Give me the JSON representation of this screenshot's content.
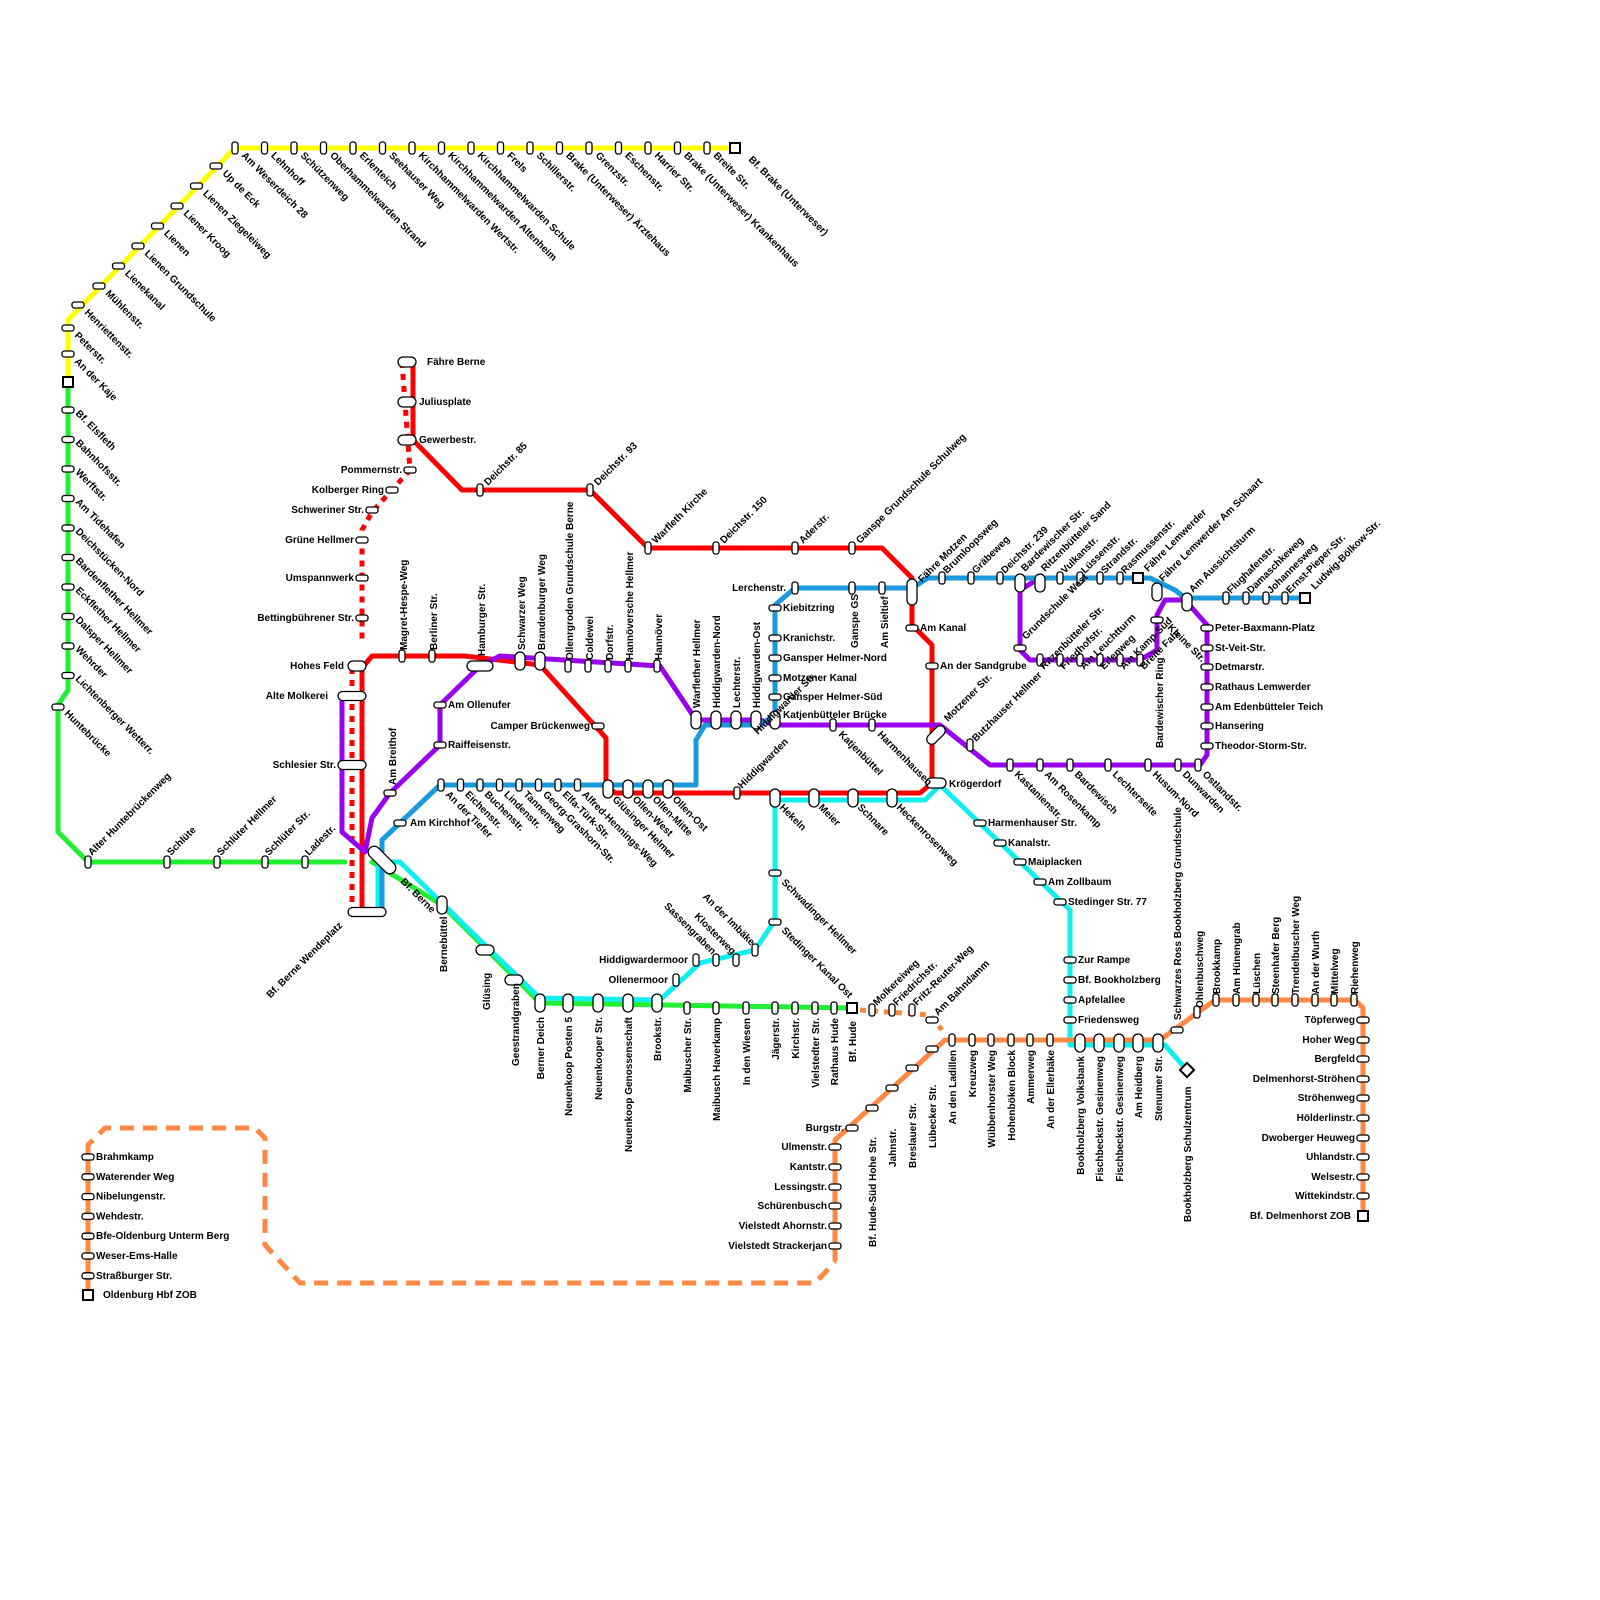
{
  "colors": {
    "yellow": "#ffff00",
    "green": "#22ee33",
    "red": "#ff0000",
    "purple": "#9900ee",
    "blue": "#1a99dd",
    "cyan": "#11eeee",
    "orange": "#ff8844"
  },
  "legend": {
    "stations": [
      "Brahmkamp",
      "Waterender Weg",
      "Nibelungenstr.",
      "Wehdestr.",
      "Bfe-Oldenburg Unterm Berg",
      "Weser-Ems-Halle",
      "Straßburger Str."
    ],
    "terminus": "Oldenburg Hbf ZOB"
  },
  "stations": {
    "yellow": [
      "Am Weserdeich 28",
      "Lehnhoff",
      "Schützenweg",
      "Oberhammelwarden Strand",
      "Erlenteich",
      "Seehauser Weg",
      "Kirchhammelwarden Wertstr.",
      "Kirchhammelwarden Altenheim",
      "Kirchhammelwarden Schule",
      "Frels",
      "Schillerstr.",
      "Brake (Unterweser) Ärztehaus",
      "Grenzstr.",
      "Eschenstr.",
      "Harrier Str.",
      "Brake (Unterweser) Krankenhaus",
      "Breite Str.",
      "Bf. Brake (Unterweser)",
      "Up de Eck",
      "Lienen Ziegeleiweg",
      "Liener Kroog",
      "Lienen",
      "Lienen Grundschule",
      "Lienekanal",
      "Mühlenstr.",
      "Henriettenstr.",
      "Peterstr.",
      "An der Kaje"
    ],
    "green_west": [
      "Bf. Elsfleth",
      "Bahnhofsstr.",
      "Werftstr.",
      "Am Tidehafen",
      "Deichstücken-Nord",
      "Bardenflether Hellmer",
      "Eckflether Hellmer",
      "Dalsper Hellmer",
      "Wehrder",
      "Lichtenberger Wetterr.",
      "Huntebrücke",
      "Alter Huntebrückenweg",
      "Schlüte",
      "Schlüter Hellmer",
      "Schlüter Str.",
      "Ladestr."
    ],
    "red_north": [
      "Fähre Berne",
      "Juliusplate",
      "Gewerbestr.",
      "Pommernstr.",
      "Kolberger Ring",
      "Schweriner Str.",
      "Grüne Hellmer",
      "Umspannwerk",
      "Bettingbührener Str.",
      "Hohes Feld",
      "Alte Molkerei",
      "Schlesier Str.",
      "Bf. Berne Wendeplatz"
    ],
    "red_east": [
      "Deichstr. 85",
      "Deichstr. 93",
      "Warfleth Kirche",
      "Deichstr. 150",
      "Aderstr.",
      "Ganspe Grundschule Schulweg",
      "Fähre Motzen",
      "Am Kanal",
      "An der Sandgrube",
      "Motzener Str.",
      "Krögerdorf"
    ],
    "purple_mid": [
      "Magret-Hespe-Weg",
      "Berliner Str.",
      "Hamburger Str.",
      "Schwarzer Weg",
      "Brandenburger Weg",
      "Ollenrgroden Grundschule Berne",
      "Coldewei",
      "Dorfstr.",
      "Hannöversche Hellmer",
      "Hannöver",
      "Am Ollenufer",
      "Raiffeisenstr.",
      "Am Breithof",
      "Camper Brückenweg"
    ],
    "blue_mid": [
      "Warflether Hellmer",
      "Hiddigwarden-Nord",
      "Lechterstr.",
      "Hiddigwarden-Ost",
      "Hiddigwarder Str.",
      "Lerchenstr.",
      "Kiebitzring",
      "Kranichstr.",
      "Gansper Helmer-Nord",
      "Motzener Kanal",
      "Gansper Helmer-Süd",
      "Katjenbütteler Brücke",
      "Ganspe GS",
      "Am Sieltief",
      "Am Kirchhof",
      "An der Tiefer",
      "Eichenstr.",
      "Buchenstr.",
      "Lindenstr.",
      "Tannenweg",
      "Georg-Grashorn-Str.",
      "Elfa-Türk-Str.",
      "Alfred-Hennings-Weg",
      "Glüsinger Helmer",
      "Ollen-West",
      "Ollen-Mitte",
      "Ollen-Ost",
      "Hiddigwarden",
      "Hekeln",
      "Meier",
      "Schnare",
      "Heckenrosenweg",
      "Katjenbüttel",
      "Harmenhausen"
    ],
    "blue_east": [
      "Brumloopsweg",
      "Gräbeweg",
      "Deichstr. 239",
      "Bardewischer Str.",
      "Ritzenbütteler Sand",
      "Vulkanstr.",
      "Lüssenstr.",
      "Strandstr.",
      "Rasmussenstr.",
      "Fähre Lemwerder",
      "Fähre Lemwerder Am Schaart",
      "Am Aussichtsturm",
      "Flughafenstr.",
      "Damaschkeweg",
      "Johannesweg",
      "Ernst-Pieper-Str.",
      "Ludwig-Bölkow-Str."
    ],
    "purple_east": [
      "Grundschule West",
      "Ritzenbütteler Str.",
      "Friedhofstr.",
      "Am Leuchtturm",
      "Erlenweg",
      "Am Kamp-Süd",
      "Breite Fahr",
      "Bardewischer Ring",
      "Kleine Str.",
      "Peter-Baxmann-Platz",
      "St-Veit-Str.",
      "Detmarstr.",
      "Rathaus Lemwerder",
      "Am Edenbütteler Teich",
      "Hansering",
      "Theodor-Storm-Str.",
      "Butzhauser Hellmer",
      "Kastanienstr.",
      "Am Rosenkamp",
      "Bardewisch",
      "Lechterseite",
      "Husum-Nord",
      "Dunwarden",
      "Ostlandstr."
    ],
    "cyan": [
      "Harmenhauser Str.",
      "Kanalstr.",
      "Maiplacken",
      "Am Zollbaum",
      "Stedinger Str. 77",
      "Zur Rampe",
      "Bf. Bookholzberg",
      "Apfelallee",
      "Friedensweg",
      "Schwadinger Hellmer",
      "Stedinger Kanal Ost",
      "An der Imbäke",
      "Klosterweg",
      "Sassengraben",
      "Hiddigwardermoor",
      "Ollenermoor",
      "Bf. Berne",
      "Bernebüttel",
      "Glüsing",
      "Geestrandgraben",
      "Berner Deich",
      "Neuenkoop Posten 5",
      "Neuenkooper Str.",
      "Neuenkoop Genossenschaft",
      "Brookstr."
    ],
    "green_south": [
      "Maibuscher Str.",
      "Maibusch Haverkamp",
      "In den Wiesen",
      "Jägerstr.",
      "Kirchstr.",
      "Vielstedter Str.",
      "Rathaus Hude",
      "Bf. Hude"
    ],
    "orange": [
      "Molkereiweg",
      "Friedrichstr.",
      "Fritz-Reuter-Weg",
      "Am Bahndamm",
      "Bf. Hude-Süd Hohe Str.",
      "Jahnstr.",
      "Breslauer Str.",
      "Lübecker Str.",
      "An den Ladillen",
      "Kreuzweg",
      "Wübbenhorster Weg",
      "Hohenböken Block",
      "Ammerweg",
      "An der Ellerbäke",
      "Bookholzberg Volksbank",
      "Fischbeckstr. Gesinenweg",
      "Fischbeckstr. Gesinenweg",
      "Am Heidberg",
      "Stenumer Str.",
      "Bookholzberg Schulzentrum",
      "Schwarzes Ross Bookholzberg Grundschule",
      "Ohlenbuschweg",
      "Brookkamp",
      "Am Hünengrab",
      "Lüschen",
      "Steenhafer Berg",
      "Trendelbuscher Weg",
      "An der Wurth",
      "Mittelweg",
      "Riehenweg",
      "Töpferweg",
      "Hoher Weg",
      "Bergfeld",
      "Delmenhorst-Ströhen",
      "Ströhenweg",
      "Hölderlinstr.",
      "Dwoberger Heuweg",
      "Uhlandstr.",
      "Welsestr.",
      "Wittekindstr.",
      "Bf. Delmenhorst ZOB",
      "Burgstr.",
      "Ulmenstr.",
      "Kantstr.",
      "Lessingstr.",
      "Schürenbusch",
      "Vielstedt Ahornstr.",
      "Vielstedt Strackerjan"
    ]
  }
}
